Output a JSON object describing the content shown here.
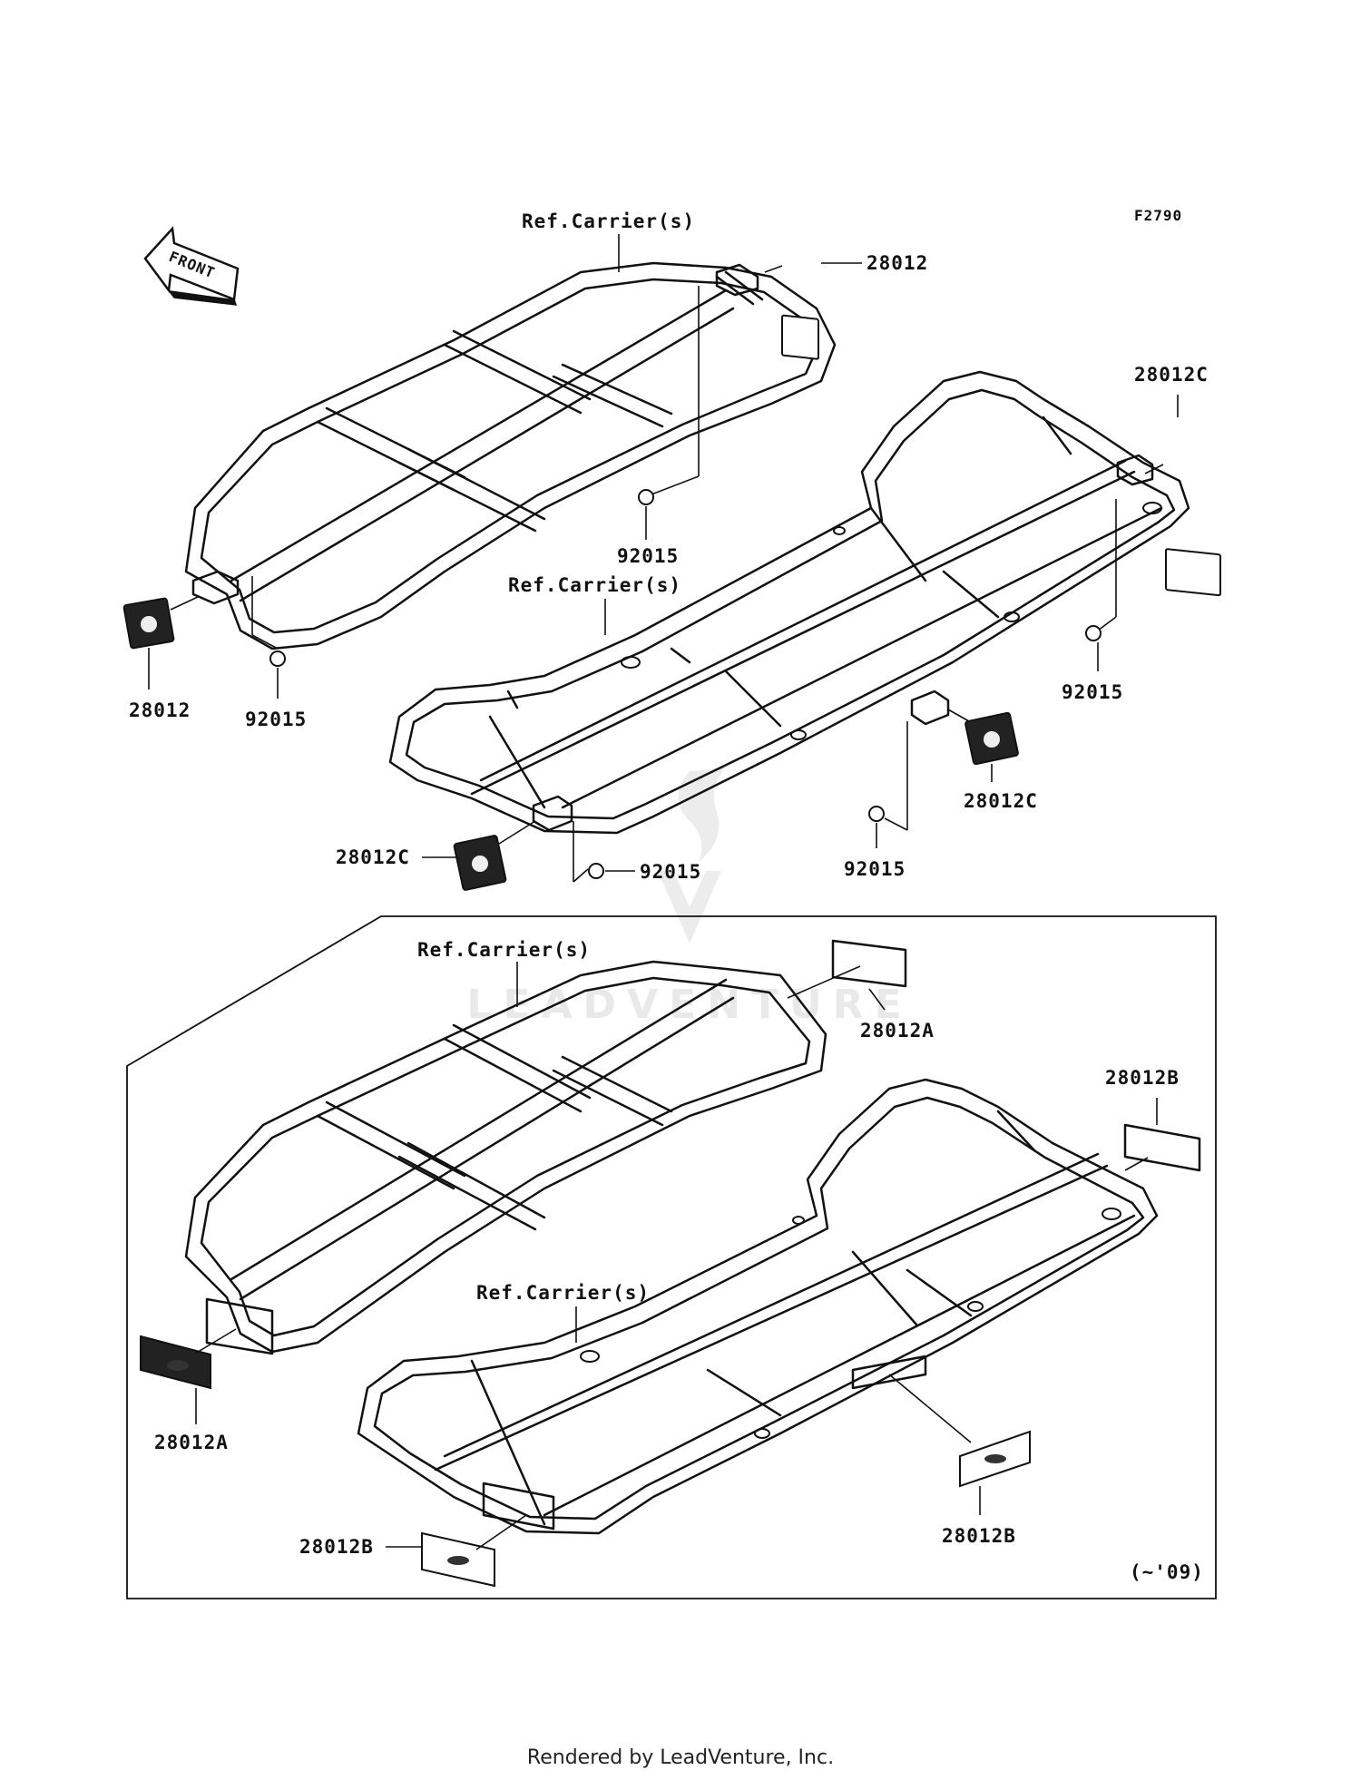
{
  "figure_code": "F2790",
  "front_label": "FRONT",
  "ref_labels": {
    "top_front": "Ref.Carrier(s)",
    "top_rear": "Ref.Carrier(s)",
    "bottom_front": "Ref.Carrier(s)",
    "bottom_rear": "Ref.Carrier(s)"
  },
  "parts": {
    "top_right_reflector": "28012",
    "top_left_reflector": "28012",
    "top_nut_center": "92015",
    "top_nut_left": "92015",
    "rear_reflector_upper_right": "28012C",
    "rear_nut_right": "92015",
    "rear_reflector_mid_right": "28012C",
    "rear_nut_bottom": "92015",
    "rear_reflector_left": "28012C",
    "rear_nut_left": "92015",
    "bottom_reflector_top_right": "28012A",
    "bottom_reflector_left": "28012A",
    "bottom_reflector_far_right": "28012B",
    "bottom_reflector_bottom_right": "28012B",
    "bottom_reflector_bottom_left": "28012B"
  },
  "inset_note": "(~'09)",
  "watermark": "LEADVENTURE",
  "footer": "Rendered by LeadVenture, Inc."
}
